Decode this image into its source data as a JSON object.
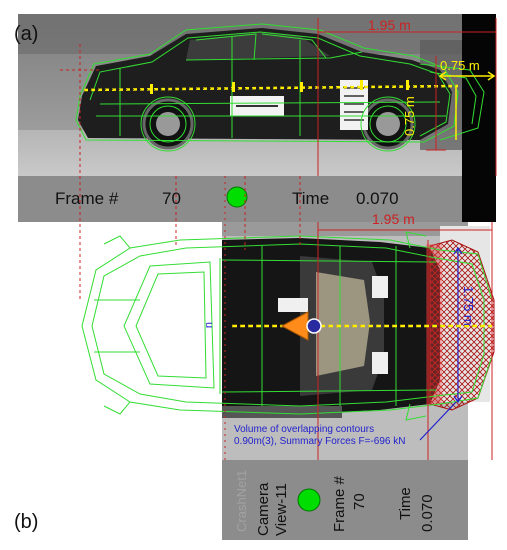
{
  "panel_a": {
    "label": "(a)",
    "frame_label": "Frame #",
    "frame_value": "70",
    "time_label": "Time",
    "time_value": "0.070",
    "dim_length": "1.95 m",
    "dim_crush": "0.75 m",
    "dim_height": "0.75 m"
  },
  "panel_b": {
    "label": "(b)",
    "dim_length": "1.95 m",
    "dim_width": "1.75 m",
    "volume_line1": "Volume of overlapping contours",
    "volume_line2": "0.90m(3), Summary Forces F=-696 kN",
    "camera_line1": "Camera",
    "camera_line2": "View-11",
    "frame_label": "Frame #",
    "frame_value": "70",
    "time_label": "Time",
    "time_value": "0.070",
    "watermark": "CrashNet1"
  },
  "colors": {
    "contour_green": "#33dd33",
    "dimension_red": "#cc2222",
    "yellow": "#ffee00",
    "blue_text": "#2222cc",
    "status_green_dot": "#00dd00",
    "gray_band": "#8c8c8c"
  }
}
